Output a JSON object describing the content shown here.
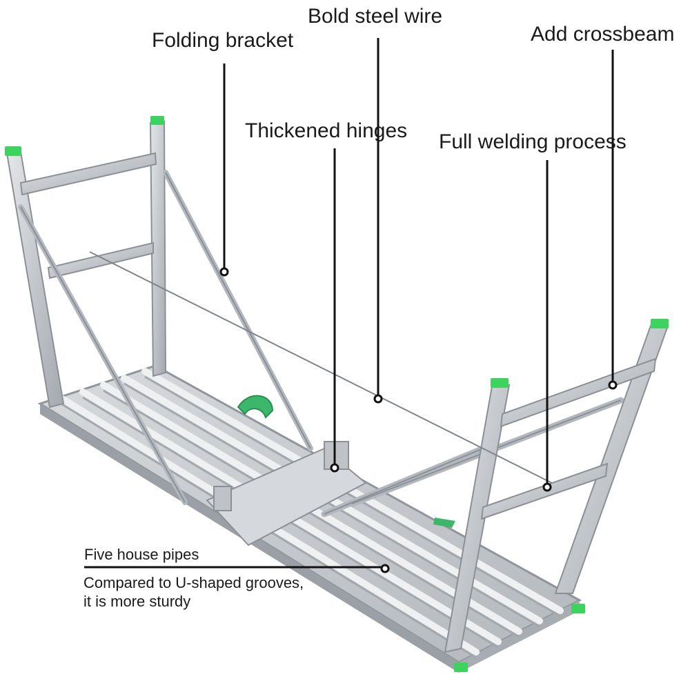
{
  "callouts": {
    "folding_bracket": "Folding bracket",
    "bold_steel_wire": "Bold steel wire",
    "add_crossbeam": "Add crossbeam",
    "thickened_hinges": "Thickened hinges",
    "full_welding_process": "Full welding process",
    "five_house_pipes": "Five house pipes",
    "compared_line1": "Compared to U-shaped grooves,",
    "compared_line2": "it is more sturdy"
  },
  "colors": {
    "aluminum": "#c9ccd0",
    "aluminum_dark": "#9ea3a9",
    "foot_cap": "#3ed35e",
    "strap": "#3cb66a",
    "leader": "#111111"
  }
}
